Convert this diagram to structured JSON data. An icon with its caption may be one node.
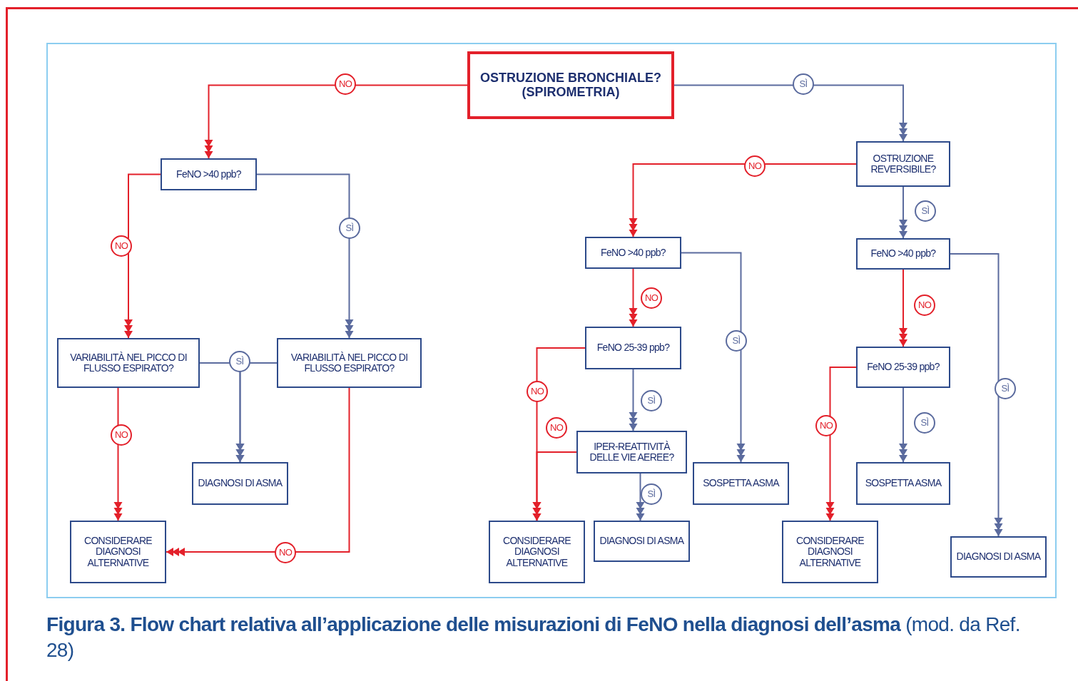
{
  "diagram": {
    "caption": "**Figura 3. Flow chart relativa all’applicazione delle misurazioni di FeNO nella diagnosi dell’asma** (mod. da Ref. 28)",
    "nodes": [
      {
        "text": [
          "OSTRUZIONE BRONCHIALE? (SPIROMETRIA)"
        ]
      },
      {
        "text": [
          "FeNO >40 ppb?"
        ]
      },
      {
        "text": [
          "VARIABILITÀ NEL PICCO DI FLUSSO ESPIRATO?"
        ]
      },
      {
        "text": [
          "VARIABILITÀ NEL PICCO DI FLUSSO ESPIRATO?"
        ]
      },
      {
        "text": [
          "DIAGNOSI DI ASMA"
        ]
      },
      {
        "text": [
          "CONSIDERARE DIAGNOSI ALTERNATIVE"
        ]
      },
      {
        "text": [
          "OSTRUZIONE REVERSIBILE?"
        ]
      },
      {
        "text": [
          "FeNO >40 ppb?"
        ]
      },
      {
        "text": [
          "FeNO 25-39 ppb?"
        ]
      },
      {
        "text": [
          "IPER-REATTIVITÀ DELLE VIE AEREE?"
        ]
      },
      {
        "text": [
          "SOSPETTA ASMA"
        ]
      },
      {
        "text": [
          "CONSIDERARE DIAGNOSI ALTERNATIVE"
        ]
      },
      {
        "text": [
          "DIAGNOSI DI ASMA"
        ]
      },
      {
        "text": [
          "FeNO >40 ppb?"
        ]
      },
      {
        "text": [
          "FeNO 25-39 ppb?"
        ]
      },
      {
        "text": [
          "SOSPETTA ASMA"
        ]
      },
      {
        "text": [
          "CONSIDERARE DIAGNOSI ALTERNATIVE"
        ]
      },
      {
        "text": [
          "DIAGNOSI DI ASMA"
        ]
      }
    ],
    "edges": [
      {
        "from": 0,
        "to": 1,
        "arrow": "to",
        "label": "NO",
        "color": "#e3202a"
      },
      {
        "from": 0,
        "to": 6,
        "arrow": "to",
        "label": "SÌ",
        "color": "#5b6b9e"
      },
      {
        "from": 1,
        "to": 2,
        "arrow": "to",
        "label": "NO",
        "color": "#e3202a"
      },
      {
        "from": 1,
        "to": 3,
        "arrow": "to",
        "label": "SÌ",
        "color": "#5b6b9e"
      },
      {
        "from": 2,
        "to": 4,
        "arrow": "to",
        "label": "SÌ",
        "color": "#5b6b9e"
      },
      {
        "from": 3,
        "to": 4,
        "arrow": "to",
        "color": "#5b6b9e"
      },
      {
        "from": 2,
        "to": 5,
        "arrow": "to",
        "label": "NO",
        "color": "#e3202a"
      },
      {
        "from": 3,
        "to": 5,
        "arrow": "to",
        "label": "NO",
        "color": "#e3202a"
      },
      {
        "from": 6,
        "to": 7,
        "arrow": "to",
        "label": "NO",
        "color": "#e3202a"
      },
      {
        "from": 6,
        "to": 13,
        "arrow": "to",
        "label": "SÌ",
        "color": "#5b6b9e"
      },
      {
        "from": 7,
        "to": 8,
        "arrow": "to",
        "label": "NO",
        "color": "#e3202a"
      },
      {
        "from": 7,
        "to": 10,
        "arrow": "to",
        "label": "SÌ",
        "color": "#5b6b9e"
      },
      {
        "from": 8,
        "to": 11,
        "arrow": "to",
        "label": "NO",
        "color": "#e3202a"
      },
      {
        "from": 8,
        "to": 9,
        "arrow": "to",
        "label": "SÌ",
        "color": "#5b6b9e"
      },
      {
        "from": 9,
        "to": 11,
        "arrow": "to",
        "label": "NO",
        "color": "#e3202a"
      },
      {
        "from": 9,
        "to": 12,
        "arrow": "to",
        "label": "SÌ",
        "color": "#5b6b9e"
      },
      {
        "from": 13,
        "to": 14,
        "arrow": "to",
        "label": "NO",
        "color": "#e3202a"
      },
      {
        "from": 13,
        "to": 17,
        "arrow": "to",
        "label": "SÌ",
        "color": "#5b6b9e"
      },
      {
        "from": 14,
        "to": 16,
        "arrow": "to",
        "label": "NO",
        "color": "#e3202a"
      },
      {
        "from": 14,
        "to": 15,
        "arrow": "to",
        "label": "SÌ",
        "color": "#5b6b9e"
      }
    ]
  }
}
